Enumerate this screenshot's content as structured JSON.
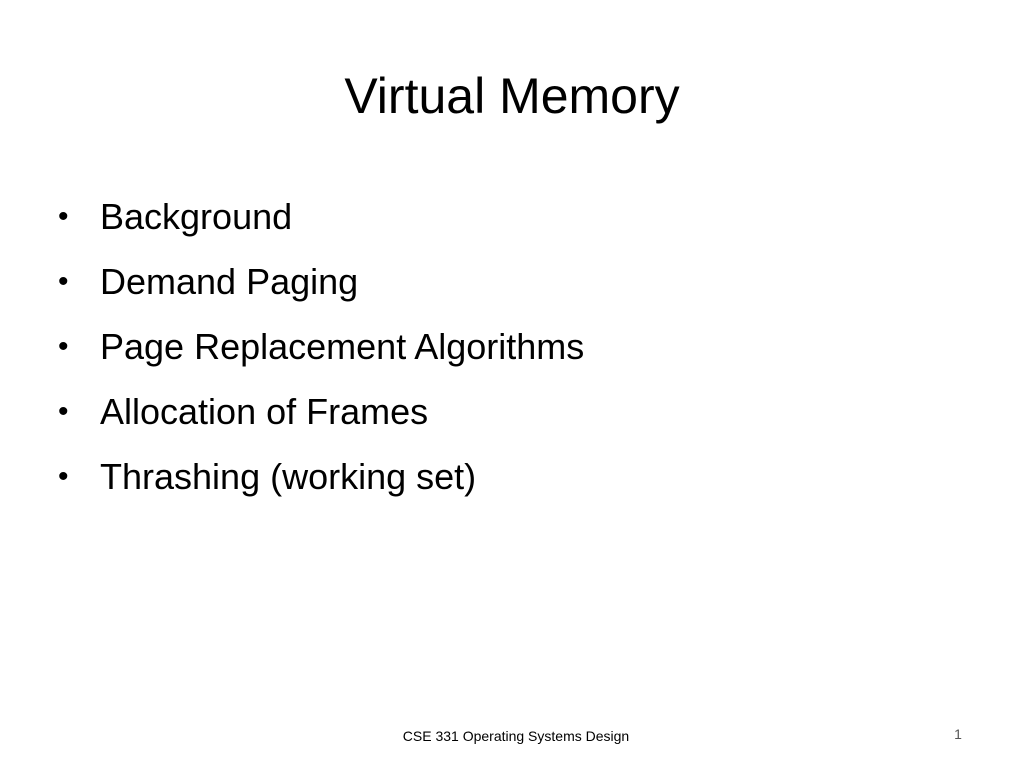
{
  "slide": {
    "title": "Virtual Memory",
    "bullet_glyph": "•",
    "bullets": [
      "Background",
      "Demand Paging",
      "Page Replacement Algorithms",
      "Allocation of Frames",
      "Thrashing (working set)"
    ],
    "footer": "CSE 331 Operating Systems Design",
    "slide_number": "1"
  },
  "colors": {
    "background": "#ffffff",
    "text": "#000000",
    "slide_number": "#555555"
  }
}
